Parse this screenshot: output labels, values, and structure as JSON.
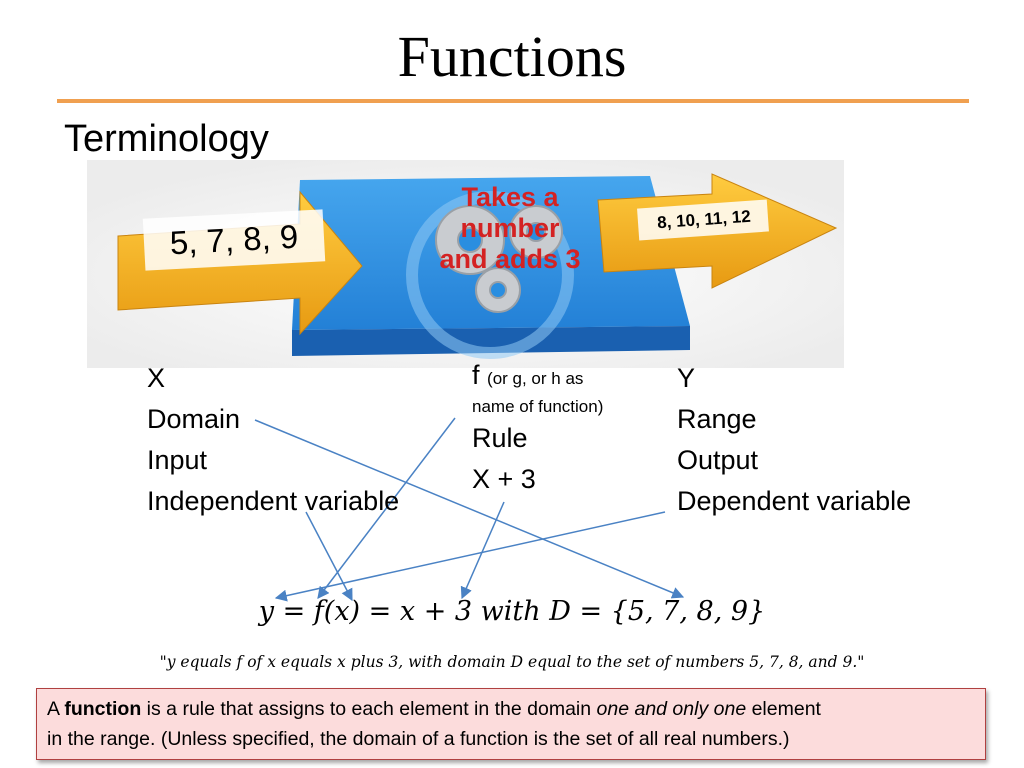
{
  "slide": {
    "title": "Functions",
    "subtitle": "Terminology"
  },
  "diagram": {
    "input_values": "5, 7, 8, 9",
    "process_lines": [
      "Takes a",
      "number",
      "and adds 3"
    ],
    "output_values": "8, 10, 11, 12",
    "colors": {
      "arrow": "#f4b228",
      "box": "#2a8ee0",
      "process_text": "#d42222",
      "connector": "#4a82c4",
      "title_rule": "#f0a050"
    }
  },
  "columns": {
    "input": {
      "lines": [
        "X",
        "Domain",
        "Input",
        "Independent variable"
      ]
    },
    "rule": {
      "symbol": "f",
      "note_1": "(or g, or h as",
      "note_2": "name of function)",
      "lines": [
        "Rule",
        "X + 3"
      ]
    },
    "output": {
      "lines": [
        "Y",
        "Range",
        "Output",
        "Dependent variable"
      ]
    }
  },
  "equation": "y = f(x) = x + 3 with D = {5, 7, 8, 9}",
  "reading": "\"y equals f of x equals x plus 3, with domain D equal to the set of numbers 5, 7, 8, and 9.\"",
  "definition": {
    "prefix": "A ",
    "term": "function",
    "middle": " is a rule that assigns to each element in the domain ",
    "emphasis": "one and only one",
    "suffix_line1": " element",
    "line2": "in the range. (Unless specified, the domain of a function is the set of all real numbers.)"
  }
}
